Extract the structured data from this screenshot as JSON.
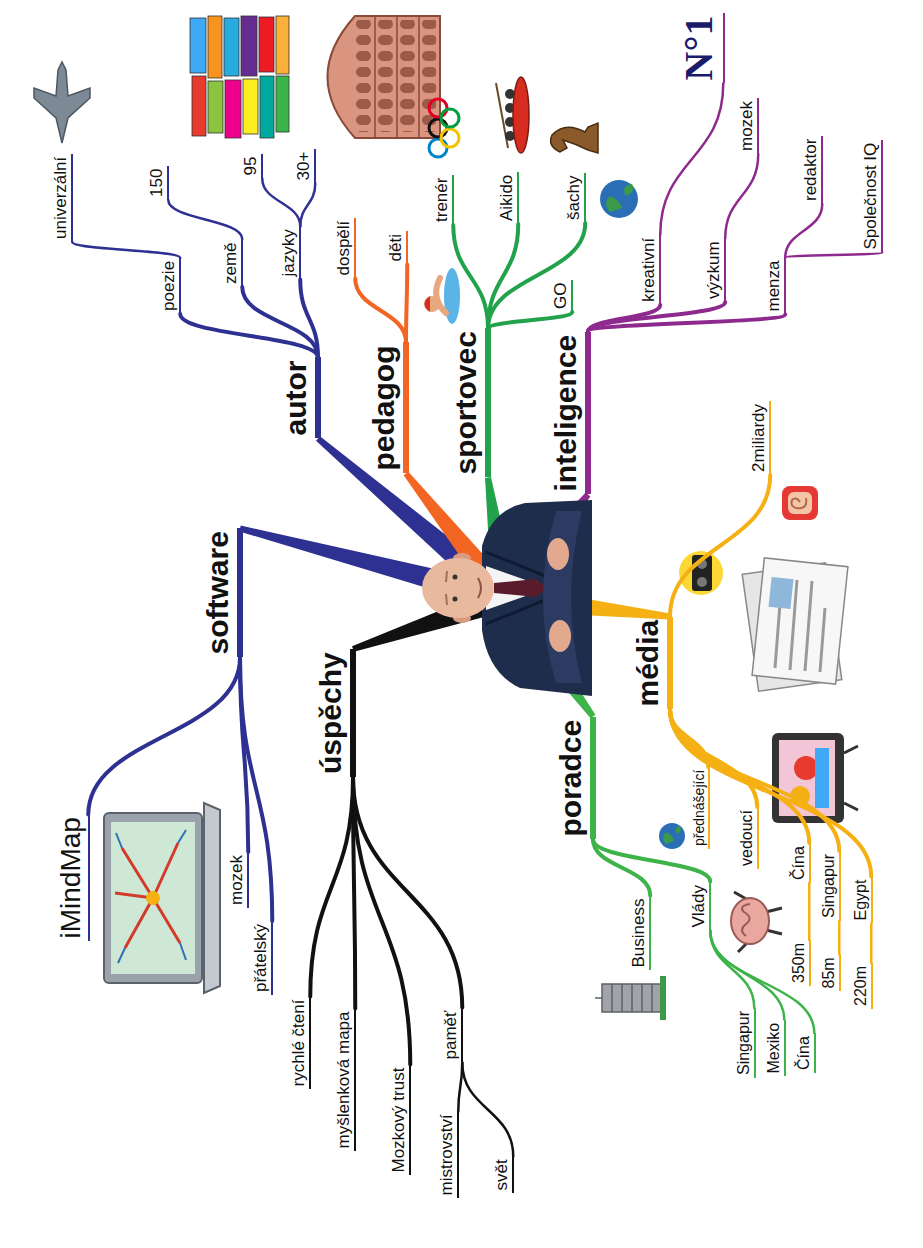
{
  "diagram": {
    "nodes": [
      {
        "text": [
          "software"
        ]
      },
      {
        "text": [
          "iMindMap"
        ]
      },
      {
        "text": [
          "mozek"
        ]
      },
      {
        "text": [
          "přátelský"
        ]
      },
      {
        "text": [
          "autor"
        ]
      },
      {
        "text": [
          "poezie"
        ]
      },
      {
        "text": [
          "univerzální"
        ]
      },
      {
        "text": [
          "země"
        ]
      },
      {
        "text": [
          "150"
        ]
      },
      {
        "text": [
          "jazyky"
        ]
      },
      {
        "text": [
          "30+"
        ]
      },
      {
        "text": [
          "95"
        ]
      },
      {
        "text": [
          "pedagog"
        ]
      },
      {
        "text": [
          "dospělí"
        ]
      },
      {
        "text": [
          "děti"
        ]
      },
      {
        "text": [
          "sportovec"
        ]
      },
      {
        "text": [
          "trenér"
        ]
      },
      {
        "text": [
          "Aikido"
        ]
      },
      {
        "text": [
          "šachy"
        ]
      },
      {
        "text": [
          "GO"
        ]
      },
      {
        "text": [
          "inteligence"
        ]
      },
      {
        "text": [
          "kreativní"
        ]
      },
      {
        "text": [
          "N°1"
        ]
      },
      {
        "text": [
          "výzkum"
        ]
      },
      {
        "text": [
          "mozek"
        ]
      },
      {
        "text": [
          "menza"
        ]
      },
      {
        "text": [
          "redaktor"
        ]
      },
      {
        "text": [
          "Společnost IQ"
        ]
      },
      {
        "text": [
          "média"
        ]
      },
      {
        "text": [
          "2miliardy"
        ]
      },
      {
        "text": [
          "přednášející"
        ]
      },
      {
        "text": [
          "vedoucí"
        ]
      },
      {
        "text": [
          "Čína"
        ]
      },
      {
        "text": [
          "350m"
        ]
      },
      {
        "text": [
          "Singapur"
        ]
      },
      {
        "text": [
          "85m"
        ]
      },
      {
        "text": [
          "Egypt"
        ]
      },
      {
        "text": [
          "220m"
        ]
      },
      {
        "text": [
          "poradce"
        ]
      },
      {
        "text": [
          "Vlády"
        ]
      },
      {
        "text": [
          "Singapur"
        ]
      },
      {
        "text": [
          "Mexiko"
        ]
      },
      {
        "text": [
          "Čína"
        ]
      },
      {
        "text": [
          "Business"
        ]
      },
      {
        "text": [
          "úspěchy"
        ]
      },
      {
        "text": [
          "rychlé čtení"
        ]
      },
      {
        "text": [
          "myšlenková mapa"
        ]
      },
      {
        "text": [
          "Mozkový trust"
        ]
      },
      {
        "text": [
          "paměť"
        ]
      },
      {
        "text": [
          "mistrovství"
        ]
      },
      {
        "text": [
          "svět"
        ]
      }
    ],
    "edges": [
      {
        "from": 0,
        "to": 1,
        "arrow": "none"
      },
      {
        "from": 0,
        "to": 2,
        "arrow": "none"
      },
      {
        "from": 0,
        "to": 3,
        "arrow": "none"
      },
      {
        "from": 4,
        "to": 5,
        "arrow": "none"
      },
      {
        "from": 5,
        "to": 6,
        "arrow": "none"
      },
      {
        "from": 4,
        "to": 7,
        "arrow": "none"
      },
      {
        "from": 7,
        "to": 8,
        "arrow": "none"
      },
      {
        "from": 4,
        "to": 9,
        "arrow": "none"
      },
      {
        "from": 9,
        "to": 10,
        "arrow": "none"
      },
      {
        "from": 9,
        "to": 11,
        "arrow": "none"
      },
      {
        "from": 12,
        "to": 13,
        "arrow": "none"
      },
      {
        "from": 12,
        "to": 14,
        "arrow": "none"
      },
      {
        "from": 15,
        "to": 16,
        "arrow": "none"
      },
      {
        "from": 15,
        "to": 17,
        "arrow": "none"
      },
      {
        "from": 15,
        "to": 18,
        "arrow": "none"
      },
      {
        "from": 15,
        "to": 19,
        "arrow": "none"
      },
      {
        "from": 20,
        "to": 21,
        "arrow": "none"
      },
      {
        "from": 21,
        "to": 22,
        "arrow": "none"
      },
      {
        "from": 20,
        "to": 23,
        "arrow": "none"
      },
      {
        "from": 23,
        "to": 24,
        "arrow": "none"
      },
      {
        "from": 20,
        "to": 25,
        "arrow": "none"
      },
      {
        "from": 25,
        "to": 26,
        "arrow": "none"
      },
      {
        "from": 25,
        "to": 27,
        "arrow": "none"
      },
      {
        "from": 28,
        "to": 29,
        "arrow": "none"
      },
      {
        "from": 28,
        "to": 30,
        "arrow": "none"
      },
      {
        "from": 28,
        "to": 31,
        "arrow": "none"
      },
      {
        "from": 28,
        "to": 32,
        "arrow": "none"
      },
      {
        "from": 32,
        "to": 33,
        "arrow": "none"
      },
      {
        "from": 28,
        "to": 34,
        "arrow": "none"
      },
      {
        "from": 34,
        "to": 35,
        "arrow": "none"
      },
      {
        "from": 28,
        "to": 36,
        "arrow": "none"
      },
      {
        "from": 36,
        "to": 37,
        "arrow": "none"
      },
      {
        "from": 38,
        "to": 39,
        "arrow": "none"
      },
      {
        "from": 39,
        "to": 40,
        "arrow": "none"
      },
      {
        "from": 39,
        "to": 41,
        "arrow": "none"
      },
      {
        "from": 39,
        "to": 42,
        "arrow": "none"
      },
      {
        "from": 38,
        "to": 43,
        "arrow": "none"
      },
      {
        "from": 44,
        "to": 45,
        "arrow": "none"
      },
      {
        "from": 44,
        "to": 46,
        "arrow": "none"
      },
      {
        "from": 44,
        "to": 47,
        "arrow": "none"
      },
      {
        "from": 44,
        "to": 48,
        "arrow": "none"
      },
      {
        "from": 48,
        "to": 49,
        "arrow": "none"
      },
      {
        "from": 48,
        "to": 50,
        "arrow": "none"
      }
    ]
  }
}
